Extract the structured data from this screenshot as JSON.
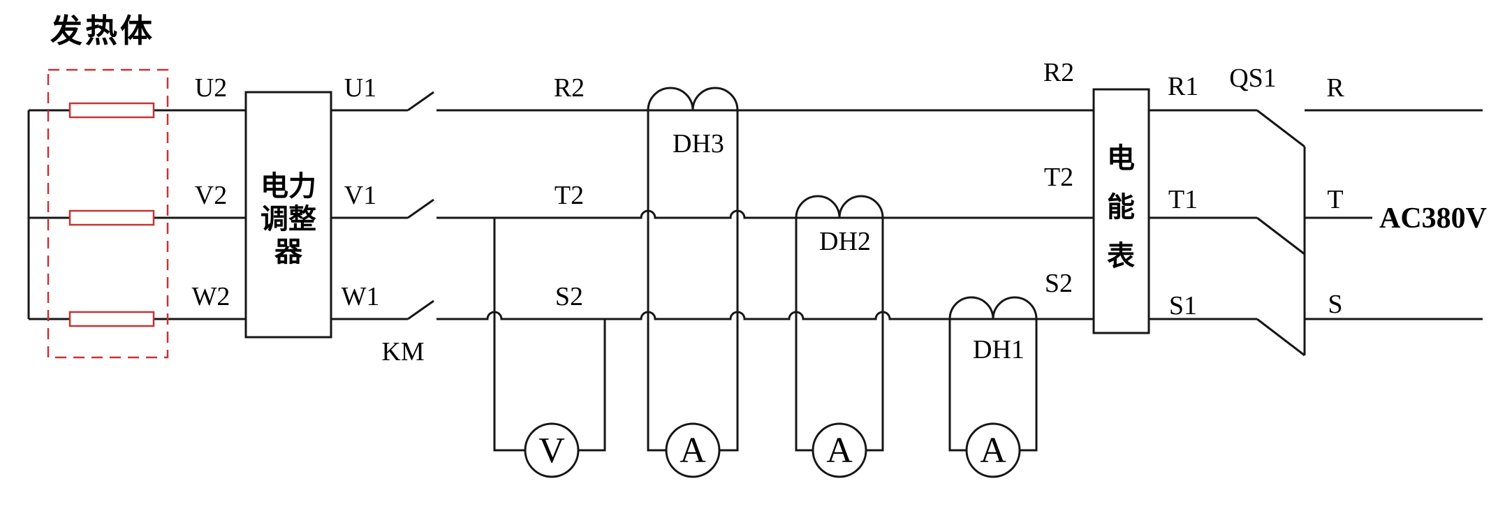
{
  "colors": {
    "wire": "#161616",
    "heater_outline": "#c83232",
    "background": "#ffffff"
  },
  "heater": {
    "label": "发热体"
  },
  "regulator": {
    "lines": [
      "电力",
      "调整",
      "器"
    ]
  },
  "energy_meter": {
    "lines": [
      "电",
      "能",
      "表"
    ]
  },
  "labels": {
    "u2": "U2",
    "v2": "V2",
    "w2": "W2",
    "u1": "U1",
    "v1": "V1",
    "w1": "W1",
    "km": "KM",
    "r2_left": "R2",
    "t2_left": "T2",
    "s2_left": "S2",
    "r2_right": "R2",
    "t2_right": "T2",
    "s2_right": "S2",
    "r1": "R1",
    "t1": "T1",
    "s1": "S1",
    "qs1": "QS1",
    "r": "R",
    "t": "T",
    "s": "S",
    "supply": "AC380V"
  },
  "transformers": {
    "dh3": "DH3",
    "dh2": "DH2",
    "dh1": "DH1"
  },
  "meters": {
    "voltmeter": "V",
    "ammeters": [
      "A",
      "A",
      "A"
    ]
  }
}
